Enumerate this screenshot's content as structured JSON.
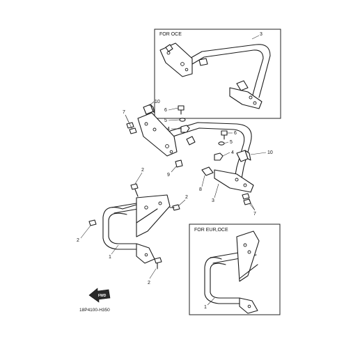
{
  "boxes": {
    "oce_title": "FOR OCE",
    "eur_oce_title": "FOR EUR,OCE"
  },
  "callouts": {
    "c1_main": "1",
    "c1_eur": "1",
    "c2_top": "2",
    "c2_left": "2",
    "c2_bottom": "2",
    "c2_mid": "2",
    "c3_main": "3",
    "c3_oce": "3",
    "c4_left": "4",
    "c4_right": "4",
    "c5_left": "5",
    "c5_right": "5",
    "c6_left": "6",
    "c6_right": "6",
    "c7_left": "7",
    "c7_right": "7",
    "c8": "8",
    "c9": "9",
    "c10_left": "10",
    "c10_right": "10"
  },
  "fwd_label": "FWD",
  "diagram_code": "18P4100-H350"
}
